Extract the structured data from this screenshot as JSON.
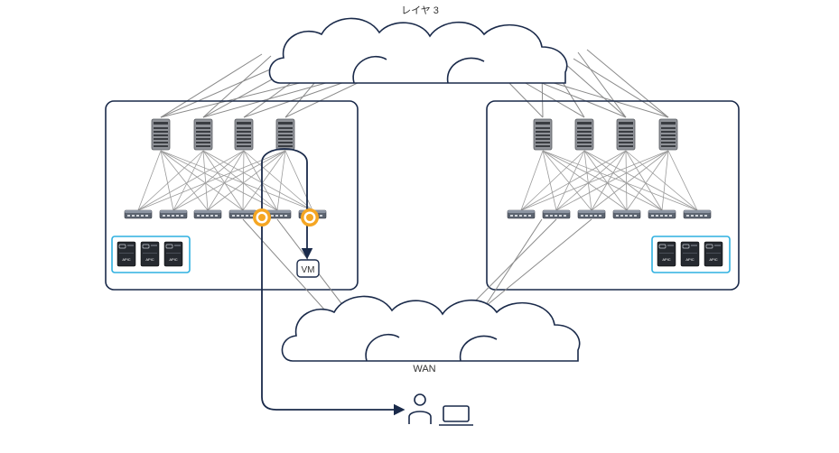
{
  "labels": {
    "layer3": "レイヤ 3",
    "wan": "WAN",
    "vm": "VM"
  },
  "apic_label": "APIC",
  "colors": {
    "site_border": "#1a2a4a",
    "cloud_stroke": "#1a2a4a",
    "link_line": "#8a8a8a",
    "path_line": "#1a2a4a",
    "spine_fill": "#8f9298",
    "leaf_fill": "#5c6470",
    "apic_border": "#2fb0e0",
    "apic_fill": "#262a30",
    "endpoint_badge": "#f5a623",
    "user_icon": "#1a2a4a"
  },
  "icons": {
    "spine": "spine-switch-icon",
    "leaf": "leaf-switch-icon",
    "apic": "apic-controller-icon",
    "endpoint": "endpoint-badge-icon",
    "user": "user-icon",
    "laptop": "laptop-icon"
  }
}
